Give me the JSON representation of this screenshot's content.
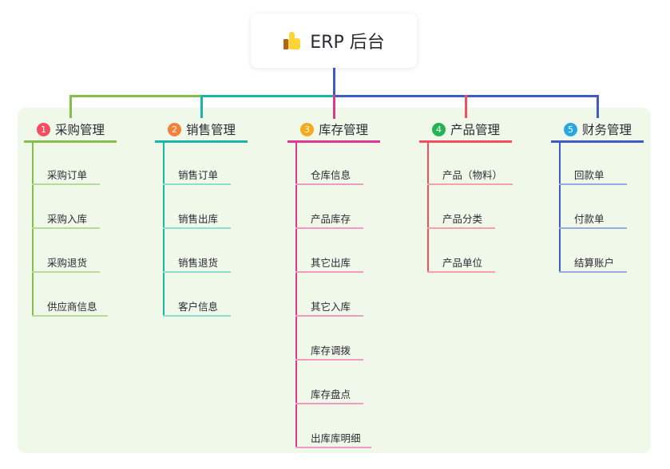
{
  "root": {
    "title": "ERP 后台",
    "icon": "thumbs-up-icon"
  },
  "branches": [
    {
      "number": "1",
      "title": "采购管理",
      "color": "#84bd4a",
      "badge_color": "#f34e62",
      "light": "#b8da98",
      "children": [
        "采购订单",
        "采购入库",
        "采购退货",
        "供应商信息"
      ]
    },
    {
      "number": "2",
      "title": "销售管理",
      "color": "#19b6a8",
      "badge_color": "#f6803a",
      "light": "#8edcd2",
      "children": [
        "销售订单",
        "销售出库",
        "销售退货",
        "客户信息"
      ]
    },
    {
      "number": "3",
      "title": "库存管理",
      "color": "#e0388f",
      "badge_color": "#f5a91c",
      "light": "#f09ac5",
      "children": [
        "仓库信息",
        "产品库存",
        "其它出库",
        "其它入库",
        "库存调拨",
        "库存盘点",
        "出库库明细"
      ]
    },
    {
      "number": "4",
      "title": "产品管理",
      "color": "#f24e5e",
      "badge_color": "#22b455",
      "light": "#f6a0a8",
      "children": [
        "产品（物料）",
        "产品分类",
        "产品单位"
      ]
    },
    {
      "number": "5",
      "title": "财务管理",
      "color": "#3f5bc4",
      "badge_color": "#27a8e0",
      "light": "#98aade",
      "children": [
        "回款单",
        "付款单",
        "结算账户"
      ]
    }
  ]
}
